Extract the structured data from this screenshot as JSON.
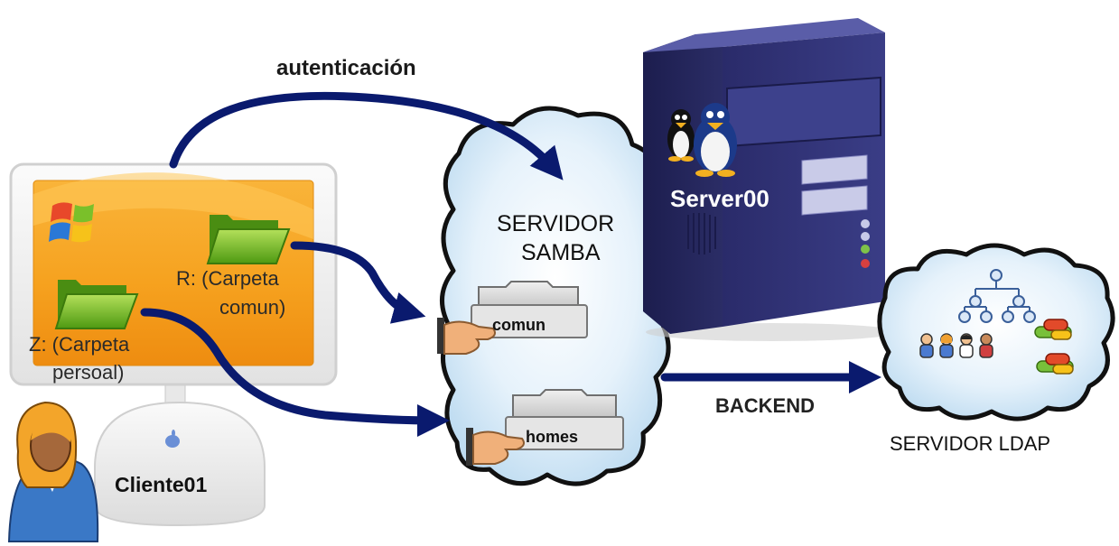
{
  "labels": {
    "authentication": "autenticación",
    "samba_line1": "SERVIDOR",
    "samba_line2": "SAMBA",
    "server_name": "Server00",
    "backend": "BACKEND",
    "ldap": "SERVIDOR LDAP",
    "client_name": "Cliente01",
    "share_r_line1": "R: (Carpeta",
    "share_r_line2": "comun)",
    "share_z_line1": "Z: (Carpeta",
    "share_z_line2": "persoal)",
    "share_comun": "comun",
    "share_homes": "homes"
  },
  "icons": [
    "windows-logo-icon",
    "folder-icon",
    "linux-penguin-icon",
    "apple-logo-icon",
    "hand-share-icon",
    "user-icon",
    "tree-hierarchy-icon",
    "group-icon"
  ],
  "colors": {
    "arrow": "#0a1a6e",
    "screen": "#f5a020",
    "server": "#2a2d6e",
    "cloud": "#d8ecf8",
    "folder": "#7cc022"
  }
}
